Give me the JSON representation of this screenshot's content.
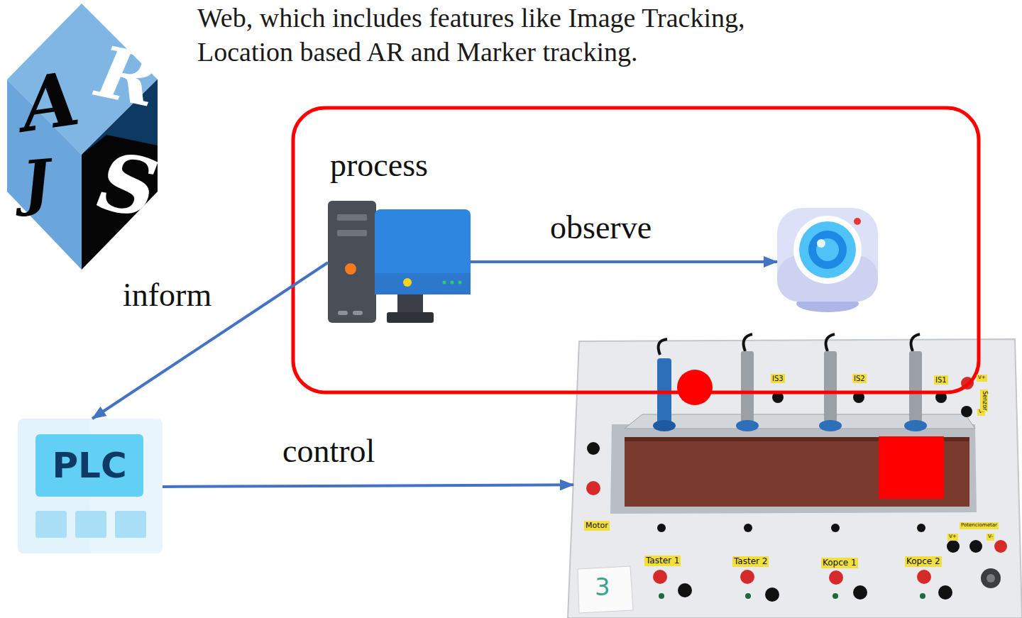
{
  "diagram": {
    "nodes": [
      {
        "text": [
          "process"
        ]
      },
      {
        "text": []
      },
      {
        "text": [
          "PLC"
        ]
      },
      {
        "text": [
          "IS3",
          "IS2",
          "IS1",
          "V+",
          "V-",
          "Senzor",
          "Motor",
          "Potenciometar",
          "V+",
          "V-",
          "Taster 1",
          "Taster 2",
          "Kopce 1",
          "Kopce 2",
          "3"
        ]
      }
    ],
    "edges": [
      {
        "from": 0,
        "to": 1,
        "label": "observe",
        "arrow": "to"
      },
      {
        "from": 0,
        "to": 2,
        "label": "inform",
        "arrow": "to"
      },
      {
        "from": 2,
        "to": 3,
        "label": "control",
        "arrow": "to"
      }
    ],
    "labels": [
      "Web, which includes features like Image Tracking, Location based AR and Marker tracking.",
      "A",
      "R",
      "J",
      "S"
    ]
  }
}
